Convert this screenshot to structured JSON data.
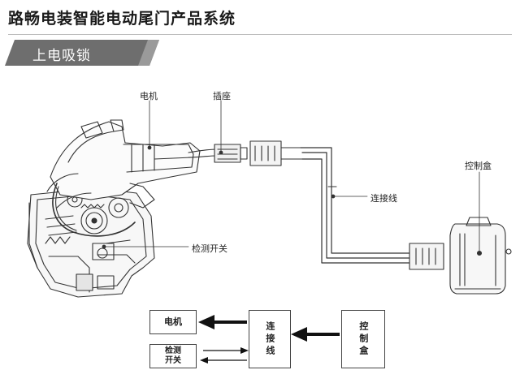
{
  "header": {
    "title": "路畅电装智能电动尾门产品系统",
    "section": "上电吸锁"
  },
  "callouts": {
    "motor": "电机",
    "socket": "插座",
    "cable": "连接线",
    "control_box": "控制盒",
    "detect_switch": "检测开关"
  },
  "flow": {
    "motor": "电机",
    "detect_switch": "检测\n开关",
    "cable": "连接线",
    "control_box": "控制盒"
  }
}
